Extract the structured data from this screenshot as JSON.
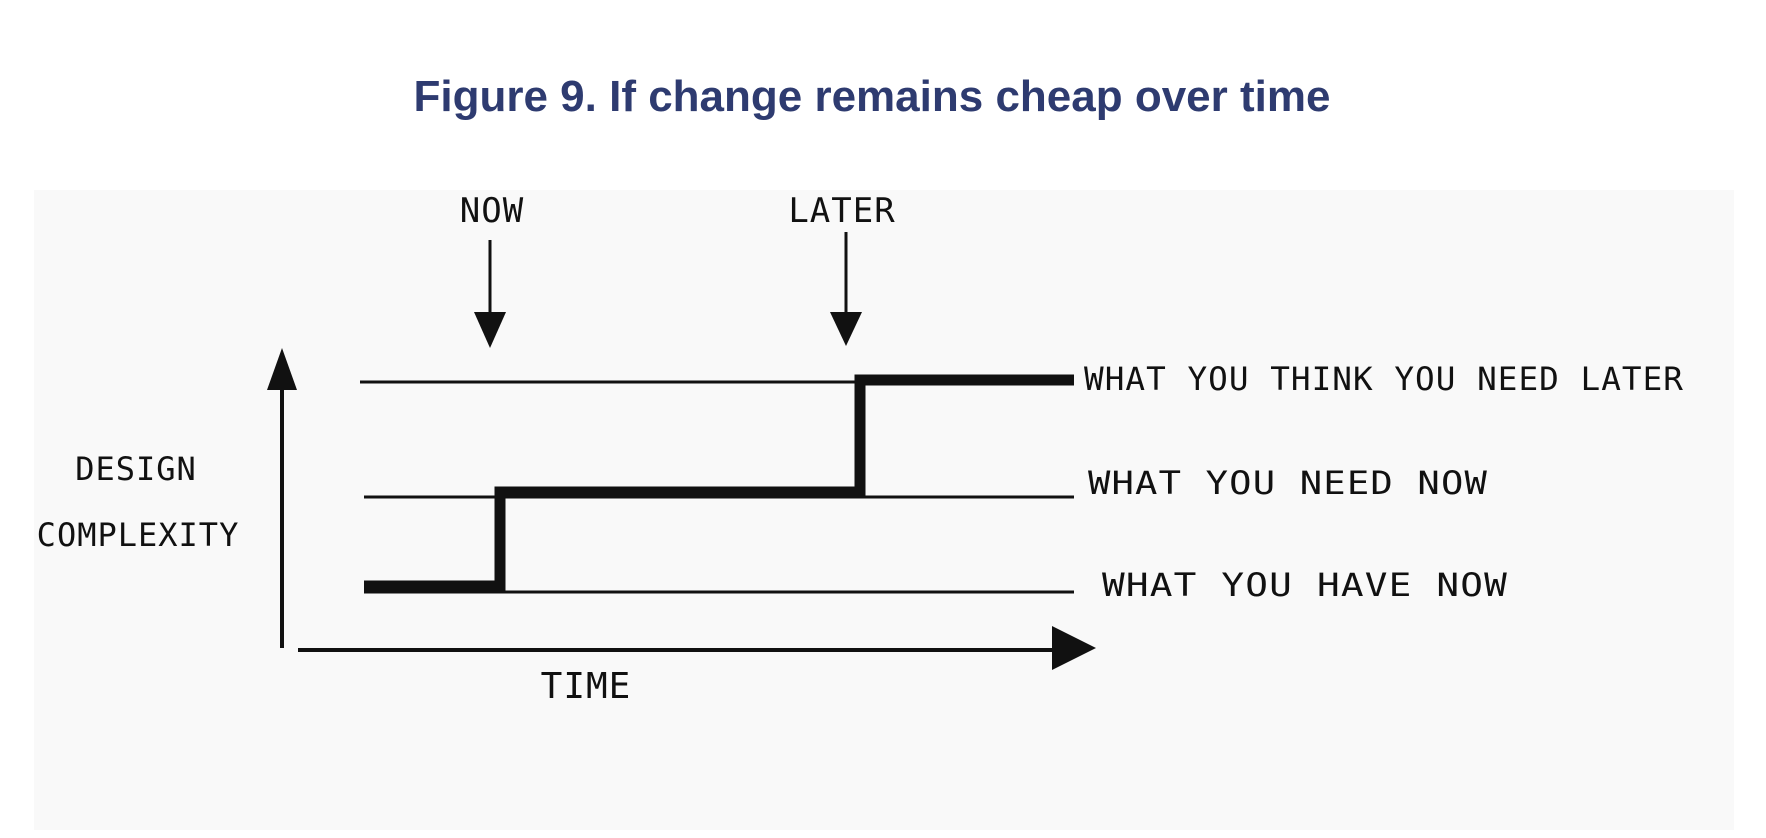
{
  "figure": {
    "title": "Figure 9. If change remains cheap over time",
    "title_color": "#2e3b70"
  },
  "diagram": {
    "ink_color": "#111111",
    "markers": {
      "now": "NOW",
      "later": "LATER"
    },
    "y_axis_label": [
      "DESIGN",
      "COMPLEXITY"
    ],
    "x_axis_label": "TIME",
    "levels": {
      "need_later": "WHAT YOU THINK YOU NEED LATER",
      "need_now": "WHAT YOU NEED NOW",
      "have_now": "WHAT YOU HAVE NOW"
    }
  }
}
